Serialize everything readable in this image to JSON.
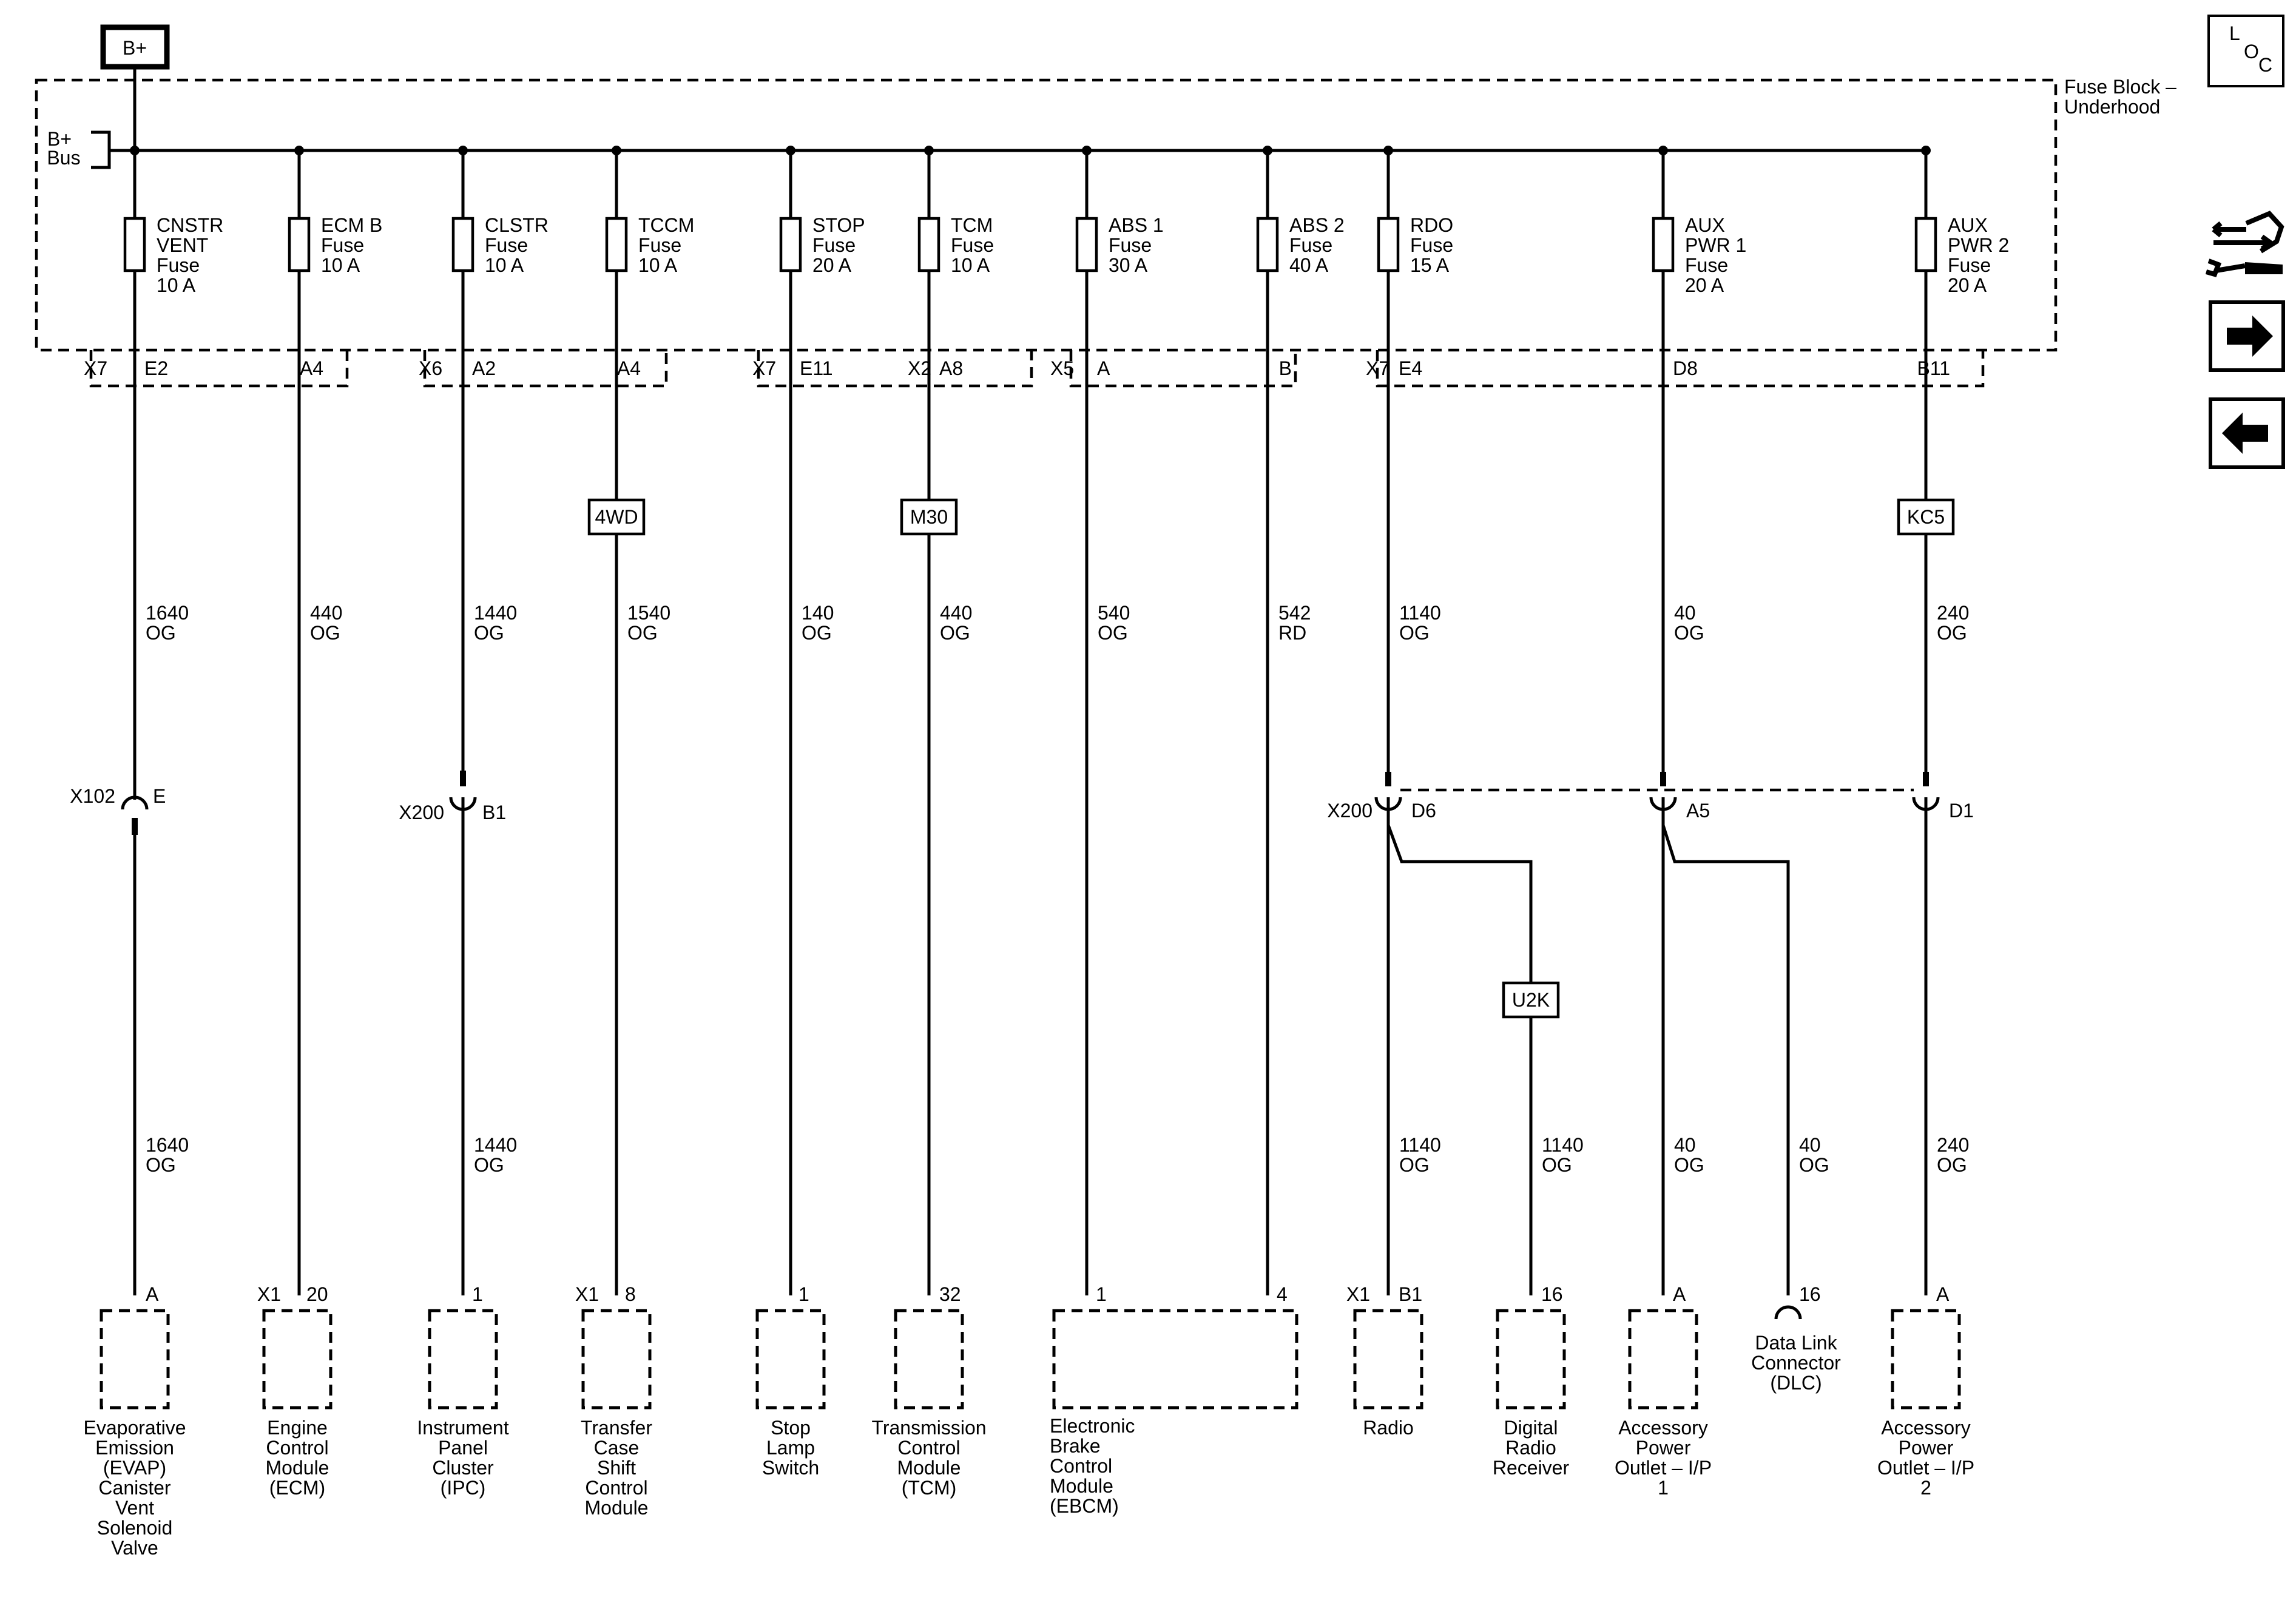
{
  "power_source": "B+",
  "bus_label": [
    "B+",
    "Bus"
  ],
  "fuse_block_label": [
    "Fuse Block –",
    "Underhood"
  ],
  "loc_letters": [
    "L",
    "O",
    "C"
  ],
  "fuses": [
    {
      "lines": [
        "CNSTR",
        "VENT",
        "Fuse",
        "10 A"
      ]
    },
    {
      "lines": [
        "ECM B",
        "Fuse",
        "10 A"
      ]
    },
    {
      "lines": [
        "CLSTR",
        "Fuse",
        "10 A"
      ]
    },
    {
      "lines": [
        "TCCM",
        "Fuse",
        "10 A"
      ]
    },
    {
      "lines": [
        "STOP",
        "Fuse",
        "20 A"
      ]
    },
    {
      "lines": [
        "TCM",
        "Fuse",
        "10 A"
      ]
    },
    {
      "lines": [
        "ABS 1",
        "Fuse",
        "30 A"
      ]
    },
    {
      "lines": [
        "ABS 2",
        "Fuse",
        "40 A"
      ]
    },
    {
      "lines": [
        "RDO",
        "Fuse",
        "15 A"
      ]
    },
    {
      "lines": [
        "AUX",
        "PWR 1",
        "Fuse",
        "20 A"
      ]
    },
    {
      "lines": [
        "AUX",
        "PWR 2",
        "Fuse",
        "20 A"
      ]
    }
  ],
  "fuse_connectors": [
    "X7",
    "X6",
    "X7",
    "X2",
    "X5",
    "X7"
  ],
  "fuse_pins": [
    "E2",
    "A4",
    "A2",
    "A4",
    "E11",
    "A8",
    "A",
    "B",
    "E4",
    "D8",
    "B11"
  ],
  "options": [
    "4WD",
    "M30",
    "KC5",
    "U2K"
  ],
  "wires_upper": [
    {
      "circuit": "1640",
      "color": "OG"
    },
    {
      "circuit": "440",
      "color": "OG"
    },
    {
      "circuit": "1440",
      "color": "OG"
    },
    {
      "circuit": "1540",
      "color": "OG"
    },
    {
      "circuit": "140",
      "color": "OG"
    },
    {
      "circuit": "440",
      "color": "OG"
    },
    {
      "circuit": "540",
      "color": "OG"
    },
    {
      "circuit": "542",
      "color": "RD"
    },
    {
      "circuit": "1140",
      "color": "OG"
    },
    {
      "circuit": "40",
      "color": "OG"
    },
    {
      "circuit": "240",
      "color": "OG"
    }
  ],
  "inline_connectors": [
    {
      "name": "X102",
      "pin": "E"
    },
    {
      "name": "X200",
      "pin": "B1"
    },
    {
      "name": "X200",
      "pin": "D6"
    },
    {
      "pin": "A5"
    },
    {
      "pin": "D1"
    }
  ],
  "wires_lower": [
    {
      "circuit": "1640",
      "color": "OG"
    },
    {
      "circuit": "1440",
      "color": "OG"
    },
    {
      "circuit": "1140",
      "color": "OG"
    },
    {
      "circuit": "1140",
      "color": "OG"
    },
    {
      "circuit": "40",
      "color": "OG"
    },
    {
      "circuit": "40",
      "color": "OG"
    },
    {
      "circuit": "240",
      "color": "OG"
    }
  ],
  "component_pins": [
    "A",
    "X1",
    "20",
    "1",
    "X1",
    "8",
    "1",
    "32",
    "1",
    "4",
    "X1",
    "B1",
    "16",
    "A",
    "16",
    "A"
  ],
  "components": [
    {
      "lines": [
        "Evaporative",
        "Emission",
        "(EVAP)",
        "Canister",
        "Vent",
        "Solenoid",
        "Valve"
      ]
    },
    {
      "lines": [
        "Engine",
        "Control",
        "Module",
        "(ECM)"
      ]
    },
    {
      "lines": [
        "Instrument",
        "Panel",
        "Cluster",
        "(IPC)"
      ]
    },
    {
      "lines": [
        "Transfer",
        "Case",
        "Shift",
        "Control",
        "Module"
      ]
    },
    {
      "lines": [
        "Stop",
        "Lamp",
        "Switch"
      ]
    },
    {
      "lines": [
        "Transmission",
        "Control",
        "Module",
        "(TCM)"
      ]
    },
    {
      "lines": [
        "Electronic",
        "Brake",
        "Control",
        "Module",
        "(EBCM)"
      ]
    },
    {
      "lines": [
        "Radio"
      ]
    },
    {
      "lines": [
        "Digital",
        "Radio",
        "Receiver"
      ]
    },
    {
      "lines": [
        "Data Link",
        "Connector",
        "(DLC)"
      ]
    },
    {
      "lines": [
        "Accessory",
        "Power",
        "Outlet – I/P",
        "1"
      ]
    },
    {
      "lines": [
        "Accessory",
        "Power",
        "Outlet – I/P",
        "2"
      ]
    }
  ],
  "nav_icons": [
    "loc-icon",
    "connector-wrench-icon",
    "next-arrow-icon",
    "previous-arrow-icon"
  ]
}
